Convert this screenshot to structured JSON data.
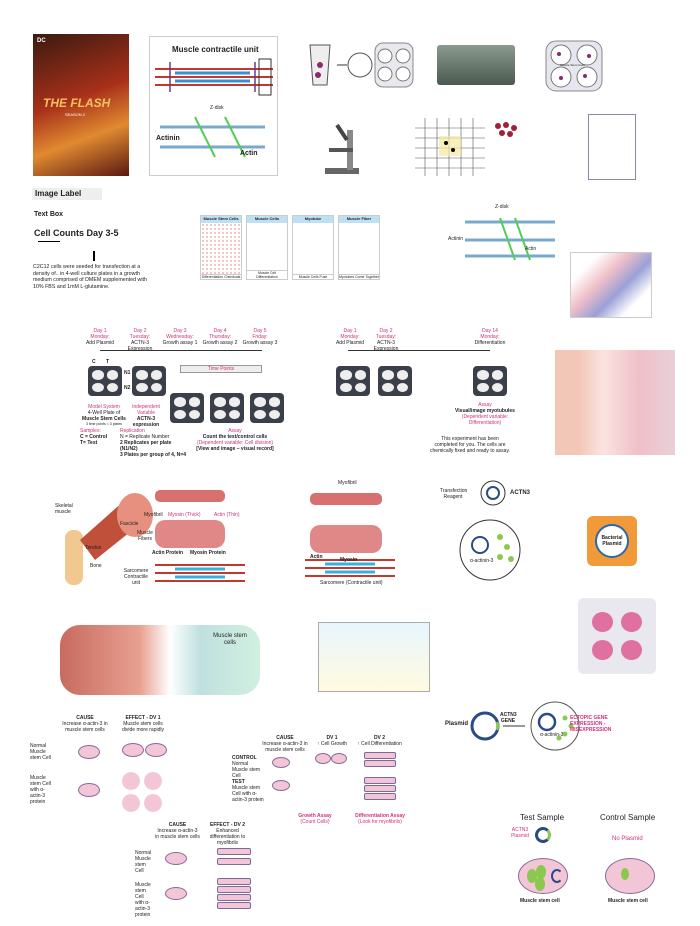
{
  "poster": {
    "brand": "DC",
    "title": "THE FLASH",
    "subtitle": "SEASON 2"
  },
  "contractile": {
    "title": "Muscle contractile unit",
    "zdisk": "Z-disk",
    "actinin": "Actinin",
    "actin": "Actin"
  },
  "tissue_plate": {
    "label": "Muscle Stem Cells"
  },
  "labels": {
    "image_label": "Image Label",
    "text_box": "Text Box",
    "cell_counts": "Cell Counts Day 3-5",
    "paragraph": "C2C12 cells were seeded for transfection at a density of.. in 4-well culture plates in a growth medium comprised of DMEM supplemented with 10% FBS and 1mM L-glutamine."
  },
  "flow": {
    "headers": [
      "Muscle Stem Cells",
      "Muscle Cells",
      "Myotube",
      "Muscle Fiber"
    ],
    "captions": [
      "Differentiation Chemicals",
      "Muscle Cell Differentiation",
      "Muscle Cells Fuse",
      "Myotubes Come Together"
    ]
  },
  "zdisk2": {
    "zdisk": "Z-disk",
    "actinin": "Actinin",
    "actin": "Actin"
  },
  "timeline1": {
    "days": [
      {
        "d": "Day 1",
        "w": "Monday:",
        "a": "Add Plasmid"
      },
      {
        "d": "Day 2",
        "w": "Tuesday:",
        "a": "ACTN-3 Expression"
      },
      {
        "d": "Day 3",
        "w": "Wednesday:",
        "a": "Growth assay 1"
      },
      {
        "d": "Day 4",
        "w": "Thursday:",
        "a": "Growth assay 2"
      },
      {
        "d": "Day 5",
        "w": "Friday:",
        "a": "Growth assay 3"
      }
    ],
    "time_points": "Time Points",
    "c": "C",
    "t": "T",
    "n1": "N1",
    "n2": "N2",
    "model_h": "Model System",
    "model_t": "4-Well Plate of",
    "model_b": "Muscle Stem Cells",
    "model_s": "3 time points = 3 plates",
    "indep_h": "Independent Variable",
    "indep_b": "ACTN-3 expression",
    "samples_h": "Samples:",
    "samples_c": "C = Control",
    "samples_t": "T= Test",
    "rep_h": "Replication",
    "rep_1": "N = Replicate Number",
    "rep_2": "2 Replicates per plate (N1/N2)",
    "rep_3": "3 Plates per group of 4, N=4",
    "assay_h": "Assay",
    "assay_b": "Count the test/control cells",
    "assay_d": "(Dependent variable: Cell division)",
    "assay_v": "[View and image – visual record]"
  },
  "timeline2": {
    "days": [
      {
        "d": "Day 1",
        "w": "Monday:",
        "a": "Add Plasmid"
      },
      {
        "d": "Day 2",
        "w": "Tuesday:",
        "a": "ACTN-3 Expression"
      },
      {
        "d": "Day 14",
        "w": "Monday:",
        "a": "Differentiation"
      }
    ],
    "assay_h": "Assay",
    "assay_b": "Visual/image myotubules",
    "assay_d": "(Dependent variable: Differentiation)",
    "note": "This experiment has been completed for you. The cells are chemically fixed and ready to assay."
  },
  "muscle": {
    "skeletal": "Skeletal muscle",
    "myofibril": "Myofibril",
    "fascicle": "Fascicle",
    "fibers": "Muscle Fibers",
    "tendon": "Tendon",
    "bone": "Bone",
    "myosin_thick": "Myosin (Thick)",
    "actin_thin": "Actin (Thin)",
    "actin_protein": "Actin Protein",
    "myosin_protein": "Myosin Protein",
    "sarcomere": "Sarcomere Contractile unit"
  },
  "muscle2": {
    "myofibril": "Myofibril",
    "actin": "Actin",
    "myosin": "Myosin",
    "sarcomere": "Sarcomere (Contractile unit)"
  },
  "transfection": {
    "reagent": "Transfection Reagent",
    "actn3": "ACTN3",
    "actinin": "α-actinin-3"
  },
  "bacterial": {
    "label": "Bacterial Plasmid"
  },
  "stem": {
    "label": "Muscle stem cells"
  },
  "ce1": {
    "cause": "CAUSE",
    "cause_t": "Increase α-actin-3 in muscle stem cells",
    "effect": "EFFECT - DV 1",
    "effect_t": "Muscle stem cells divide more rapidly",
    "normal": "Normal Muscle stem Cell",
    "test": "Muscle stem Cell with α-actin-3 protein"
  },
  "ce2": {
    "cause": "CAUSE",
    "cause_t": "Increase α-actin-3 in muscle stem cells",
    "dv1": "DV 1",
    "dv1_t": "↑ Cell Growth",
    "dv2": "DV 2",
    "dv2_t": "↑ Cell Differentiation",
    "control": "CONTROL",
    "control_t": "Normal Muscle stem Cell",
    "test": "TEST",
    "test_t": "Muscle stem Cell with α-actin-3 protein",
    "growth": "Growth Assay",
    "growth_s": "(Count Cells)",
    "diff": "Differentiation Assay",
    "diff_s": "(Look for myofibrils)"
  },
  "ce3": {
    "cause": "CAUSE",
    "cause_t": "Increase α-actin-3 in muscle stem cells",
    "effect": "EFFECT - DV 2",
    "effect_t": "Enhanced differentiation to myofibrils",
    "normal": "Normal Muscle stem Cell",
    "test": "Muscle stem Cell with α-actin-3 protein"
  },
  "plasmid": {
    "label": "Plasmid",
    "gene": "ACTN3 GENE",
    "actinin": "α-actinin-3",
    "ectopic": "ECTOPIC GENE EXPRESSION - MISEXPRESSION"
  },
  "samples": {
    "test": "Test Sample",
    "control": "Control Sample",
    "actn3": "ACTN3 Plasmid",
    "no_plasmid": "No Plasmid",
    "cell1": "Muscle stem cell",
    "cell2": "Muscle stem cell"
  }
}
